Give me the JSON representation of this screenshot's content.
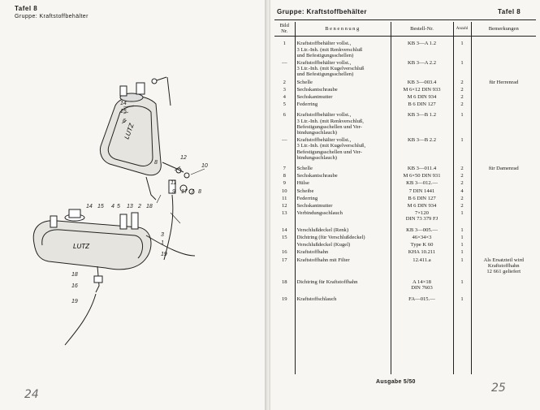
{
  "left_page": {
    "tafel": "Tafel 8",
    "gruppe": "Gruppe: Kraftstoffbehälter",
    "tank_label_upper": "LUTZ",
    "tank_label_lower": "LUTZ",
    "callouts": [
      {
        "id": "14",
        "text": "14"
      },
      {
        "id": "15",
        "text": "15"
      },
      {
        "id": "6",
        "text": "6"
      },
      {
        "id": "12",
        "text": "12"
      },
      {
        "id": "10",
        "text": "10"
      },
      {
        "id": "8",
        "text": "8"
      },
      {
        "id": "11",
        "text": "11"
      },
      {
        "id": "9",
        "text": "9"
      },
      {
        "id": "17",
        "text": "17"
      },
      {
        "id": "7a",
        "text": "7"
      },
      {
        "id": "8b",
        "text": "8"
      },
      {
        "id": "b14",
        "text": "14"
      },
      {
        "id": "b15",
        "text": "15"
      },
      {
        "id": "b4",
        "text": "4"
      },
      {
        "id": "b5",
        "text": "5"
      },
      {
        "id": "b13",
        "text": "13"
      },
      {
        "id": "b2",
        "text": "2"
      },
      {
        "id": "b18",
        "text": "18"
      },
      {
        "id": "b3",
        "text": "3"
      },
      {
        "id": "b1",
        "text": "1"
      },
      {
        "id": "b19",
        "text": "19"
      },
      {
        "id": "l18",
        "text": "18"
      },
      {
        "id": "l16",
        "text": "16"
      },
      {
        "id": "l19",
        "text": "19"
      }
    ],
    "page_number": "24"
  },
  "right_page": {
    "gruppe": "Gruppe: Kraftstoffbehälter",
    "tafel": "Tafel 8",
    "columns": {
      "bild": "Bild\nNr.",
      "benennung": "Benennung",
      "bestell": "Bestell-Nr.",
      "anzahl": "Anzahl",
      "bemerkungen": "Bemerkungen"
    },
    "rows": [
      {
        "no": "1",
        "name": "Kraftstoffbehälter vollst.,\n3 Ltr.-Inh. (mit Renkverschluß\nund Befestigungsschellen)",
        "best": "KB 3—A 1.2",
        "anz": "1",
        "bem": ""
      },
      {
        "no": "—",
        "name": "Kraftstoffbehälter vollst.,\n3 Ltr.-Inh. (mit Kugelverschluß\nund Befestigungsschellen)",
        "best": "KB 3—A 2.2",
        "anz": "1",
        "bem": ""
      },
      {
        "no": "2",
        "name": "Schelle",
        "best": "KB 3—003.4",
        "anz": "2",
        "bem": "für Herrenrad"
      },
      {
        "no": "3",
        "name": "Sechskantschraube",
        "best": "M 6×12 DIN 933",
        "anz": "2",
        "bem": ""
      },
      {
        "no": "4",
        "name": "Sechskantmutter",
        "best": "M 6 DIN 934",
        "anz": "2",
        "bem": ""
      },
      {
        "no": "5",
        "name": "Federring",
        "best": "B 6 DIN 127",
        "anz": "2",
        "bem": ""
      },
      {
        "no": "6",
        "name": "Kraftstoffbehälter vollst.,\n3 Ltr.-Inh. (mit Renkverschluß,\nBefestigungsschellen und Ver-\nbindungsschlauch)",
        "best": "KB 3—B 1.2",
        "anz": "1",
        "bem": ""
      },
      {
        "no": "—",
        "name": "Kraftstoffbehälter vollst.,\n3 Ltr.-Inh. (mit Kugelverschluß,\nBefestigungsschellen und Ver-\nbindungsschlauch)",
        "best": "KB 3—B 2.2",
        "anz": "1",
        "bem": ""
      },
      {
        "no": "7",
        "name": "Schelle",
        "best": "KB 3—011.4",
        "anz": "2",
        "bem": "für Damenrad"
      },
      {
        "no": "8",
        "name": "Sechskantschraube",
        "best": "M 6×50 DIN 931",
        "anz": "2",
        "bem": ""
      },
      {
        "no": "9",
        "name": "Hülse",
        "best": "KB 3—012.—",
        "anz": "2",
        "bem": ""
      },
      {
        "no": "10",
        "name": "Scheibe",
        "best": "7 DIN 1441",
        "anz": "4",
        "bem": ""
      },
      {
        "no": "11",
        "name": "Federring",
        "best": "B 6 DIN 127",
        "anz": "2",
        "bem": ""
      },
      {
        "no": "12",
        "name": "Sechskantmutter",
        "best": "M 6 DIN 934",
        "anz": "2",
        "bem": ""
      },
      {
        "no": "13",
        "name": "Verbindungsschlauch",
        "best": "7×120\nDIN 73 379 FJ",
        "anz": "1",
        "bem": ""
      },
      {
        "no": "14",
        "name": "Verschlußdeckel (Renk)",
        "best": "KB 3—005.—",
        "anz": "1",
        "bem": ""
      },
      {
        "no": "15",
        "name": "Dichtring (für Verschlußdeckel)",
        "best": "46×34×3",
        "anz": "1",
        "bem": ""
      },
      {
        "no": "",
        "name": "Verschlußdeckel (Kugel)",
        "best": "Type K 60",
        "anz": "1",
        "bem": ""
      },
      {
        "no": "16",
        "name": "Kraftstoffhahn",
        "best": "KHA 10.211",
        "anz": "1",
        "bem": ""
      },
      {
        "no": "17",
        "name": "Kraftstoffhahn mit Filter",
        "best": "12.411.a",
        "anz": "1",
        "bem": "Als Ersatzteil wird\nKraftstoffhahn\n12 661 geliefert"
      },
      {
        "no": "18",
        "name": "Dichtring für Kraftstoffhahn",
        "best": "A 14×18\nDIN 7603",
        "anz": "1",
        "bem": ""
      },
      {
        "no": "19",
        "name": "Kraftstoffschlauch",
        "best": "FA—015.—",
        "anz": "1",
        "bem": ""
      }
    ],
    "ausgabe": "Ausgabe 5/50",
    "page_number": "25"
  }
}
